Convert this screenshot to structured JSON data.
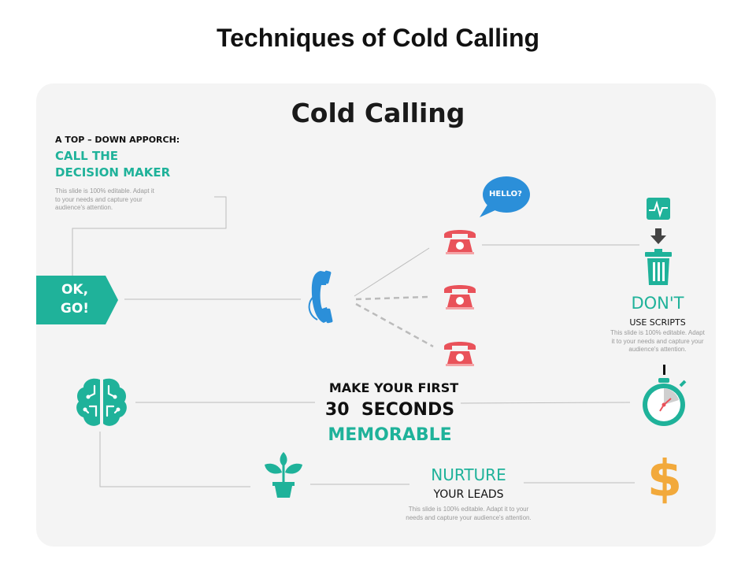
{
  "title": "Techniques of Cold Calling",
  "subtitle": "Cold Calling",
  "top_down": {
    "label": "A TOP – DOWN APPORCH:",
    "heading_line1": "CALL THE",
    "heading_line2": "DECISION MAKER",
    "desc_line1": "This slide is 100% editable. Adapt it",
    "desc_line2": "to your needs and capture your",
    "desc_line3": "audience's attention."
  },
  "badge": {
    "line1": "OK,",
    "line2": "GO!"
  },
  "bubble": {
    "text": "HELLO?"
  },
  "scripts": {
    "heading": "DON'T",
    "subheading": "USE SCRIPTS",
    "desc_line1": "This slide is 100% editable. Adapt",
    "desc_line2": "it to your needs and capture your",
    "desc_line3": "audience's attention."
  },
  "memorable": {
    "line1": "MAKE YOUR FIRST",
    "line2": "30  SECONDS",
    "line3": "MEMORABLE"
  },
  "nurture": {
    "heading": "NURTURE",
    "subheading": "YOUR LEADS",
    "desc_line1": "This slide is 100% editable. Adapt it to your",
    "desc_line2": "needs and capture your audience's attention."
  },
  "dollar": {
    "symbol": "$"
  },
  "colors": {
    "teal": "#1fb29a",
    "blue": "#2b8fd9",
    "red": "#e9525a",
    "gold": "#f2a93b",
    "line": "#bdbdbd"
  },
  "icons": [
    "phone-handset-icon",
    "red-telephone-icon",
    "chat-bubble-icon",
    "pulse-monitor-icon",
    "down-arrow-icon",
    "trash-bin-icon",
    "stopwatch-icon",
    "brain-icon",
    "plant-icon",
    "dollar-icon"
  ]
}
